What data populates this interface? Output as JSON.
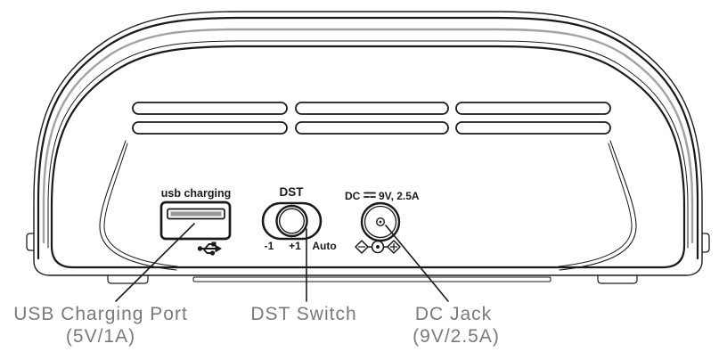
{
  "colors": {
    "line": "#1a1a1a",
    "caption": "#7a7a7a",
    "seam": "#a2a2a2",
    "slotFill": "#97999c"
  },
  "ports": {
    "usb": {
      "label": "usb charging",
      "icon": "usb-trident-icon"
    },
    "dst": {
      "label": "DST",
      "options": [
        "-1",
        "+1",
        "Auto"
      ]
    },
    "dc": {
      "label_dc": "DC",
      "label_rating": "9V, 2.5A",
      "power_symbol_icon": "dc-power-symbol-icon",
      "polarity_icon": "center-positive-polarity-icon"
    }
  },
  "captions": {
    "usb_line1": "USB Charging Port",
    "usb_line2": "(5V/1A)",
    "dst_line1": "DST Switch",
    "dc_line1": "DC Jack",
    "dc_line2": "(9V/2.5A)"
  }
}
